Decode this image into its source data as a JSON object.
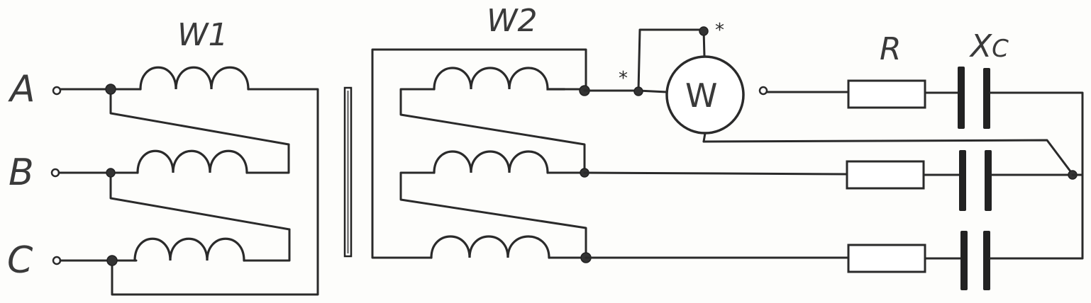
{
  "labels": {
    "phase_a": "A",
    "phase_b": "B",
    "phase_c": "C",
    "primary_winding": "W1",
    "secondary_winding": "W2",
    "wattmeter": "W",
    "resistor": "R",
    "capacitor_main": "X",
    "capacitor_sub": "C",
    "polarity_mark": "*"
  },
  "colors": {
    "ink": "#2a2a2a",
    "paper": "#fdfdfb"
  }
}
